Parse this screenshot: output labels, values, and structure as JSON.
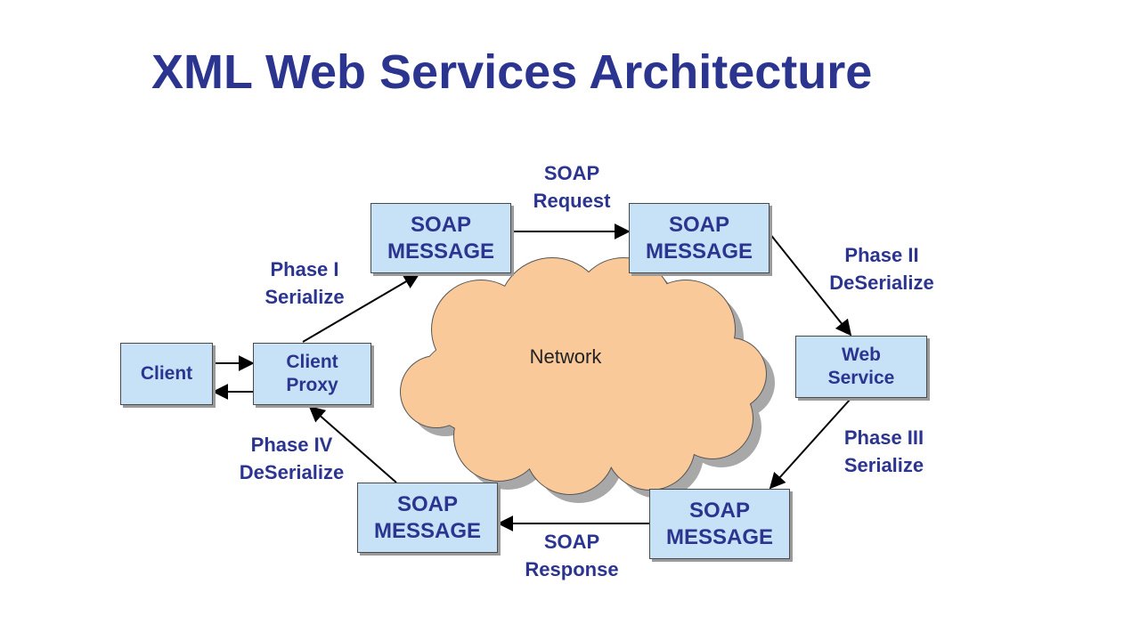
{
  "title": "XML Web Services Architecture",
  "nodes": {
    "client": "Client",
    "client_proxy": "Client\nProxy",
    "soap_message_top_left": "SOAP\nMESSAGE",
    "soap_message_top_right": "SOAP\nMESSAGE",
    "web_service": "Web\nService",
    "soap_message_bottom_right": "SOAP\nMESSAGE",
    "soap_message_bottom_left": "SOAP\nMESSAGE",
    "network": "Network"
  },
  "labels": {
    "soap_request": "SOAP\nRequest",
    "soap_response": "SOAP\nResponse",
    "phase_1": "Phase I\nSerialize",
    "phase_2": "Phase II\nDeSerialize",
    "phase_3": "Phase III\nSerialize",
    "phase_4": "Phase IV\nDeSerialize"
  },
  "colors": {
    "title": "#2b3590",
    "box_fill": "#c7e2f7",
    "cloud_fill": "#f9c99a"
  }
}
